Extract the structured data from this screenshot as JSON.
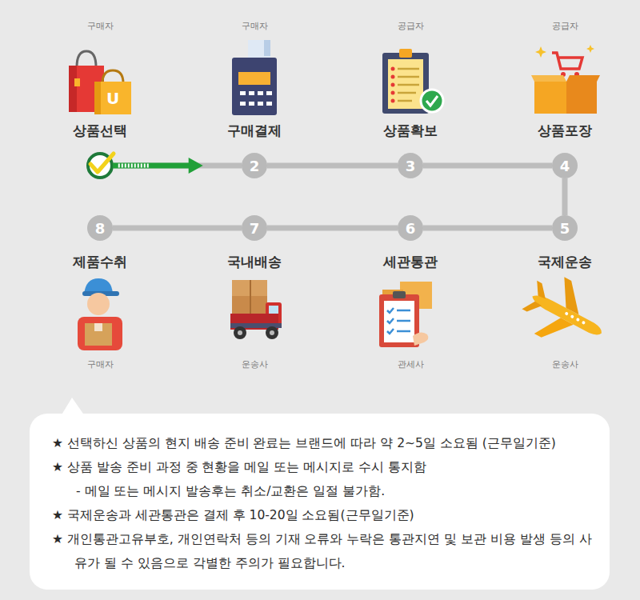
{
  "diagram": {
    "nodes": [
      {
        "text": [
          "구매자",
          "상품선택"
        ]
      },
      {
        "text": [
          "구매자",
          "구매결제",
          "2"
        ]
      },
      {
        "text": [
          "공급자",
          "상품확보",
          "3"
        ]
      },
      {
        "text": [
          "공급자",
          "상품포장",
          "4"
        ]
      },
      {
        "text": [
          "5",
          "국제운송",
          "운송사"
        ]
      },
      {
        "text": [
          "6",
          "세관통관",
          "관세사"
        ]
      },
      {
        "text": [
          "7",
          "국내배송",
          "운송사"
        ]
      },
      {
        "text": [
          "8",
          "제품수취",
          "구매자"
        ]
      },
      {
        "text": [
          "★ 선택하신 상품의 현지 배송 준비 완료는 브랜드에 따라 약 2~5일 소요됨 (근무일기준)",
          "★ 상품 발송 준비 과정 중 현황을 메일 또는 메시지로 수시 통지함",
          "- 메일 또는 메시지 발송후는 취소/교환은 일절 불가함.",
          "★ 국제운송과 세관통관은 결제 후 10-20일 소요됨(근무일기준)",
          "★ 개인통관고유부호, 개인연락처 등의 기재 오류와 누락은 통관지연 및 보관 비용 발생 등의 사유가 될 수 있음으로 각별한 주의가 필요합니다."
        ]
      }
    ],
    "edges": [
      {
        "from": 0,
        "to": 1,
        "arrow": "to"
      },
      {
        "from": 1,
        "to": 2,
        "arrow": "none"
      },
      {
        "from": 2,
        "to": 3,
        "arrow": "none"
      },
      {
        "from": 3,
        "to": 4,
        "arrow": "none"
      },
      {
        "from": 4,
        "to": 5,
        "arrow": "none"
      },
      {
        "from": 5,
        "to": 6,
        "arrow": "none"
      },
      {
        "from": 6,
        "to": 7,
        "arrow": "none"
      }
    ],
    "labels": [
      "U"
    ]
  }
}
